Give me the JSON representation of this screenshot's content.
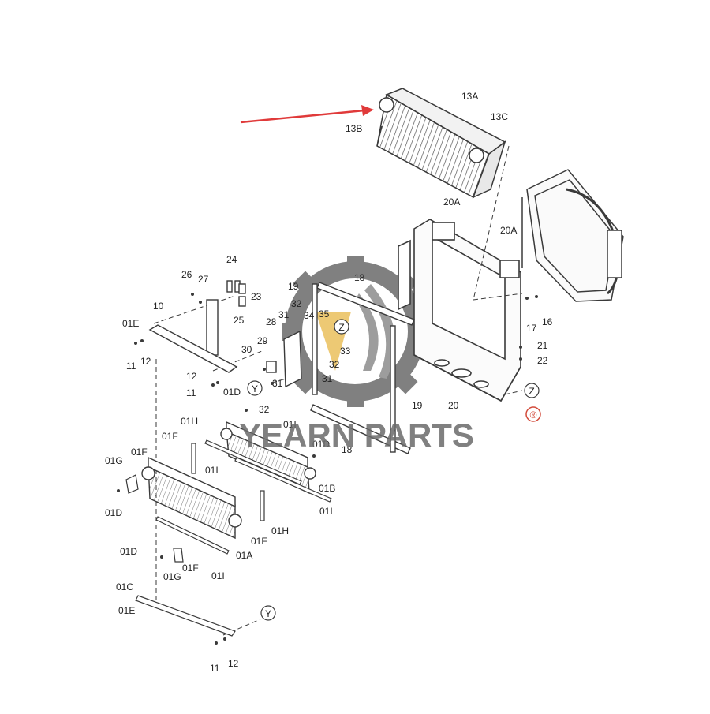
{
  "diagram": {
    "callouts": {
      "c13A": "13A",
      "c13B": "13B",
      "c13C": "13C",
      "c20A_top": "20A",
      "c20A_right": "20A",
      "c20": "20",
      "c18_top": "18",
      "c18_bot": "18",
      "c19_top": "19",
      "c19_right": "19",
      "c24": "24",
      "c26": "26",
      "c27": "27",
      "c23": "23",
      "c25": "25",
      "c10": "10",
      "c01E_top": "01E",
      "c11_top": "11",
      "c12_top": "12",
      "c12_mid": "12",
      "c11_mid": "11",
      "c28": "28",
      "c29": "29",
      "c30": "30",
      "c31_a": "31",
      "c31_b": "31",
      "c31_c": "31",
      "c32_a": "32",
      "c32_b": "32",
      "c32_c": "32",
      "c33": "33",
      "c34": "34",
      "c35": "35",
      "c17": "17",
      "c16": "16",
      "c21": "21",
      "c22": "22",
      "c01D_a": "01D",
      "c01D_b": "01D",
      "c01D_c": "01D",
      "c01D_d": "01D",
      "c01H_a": "01H",
      "c01H_b": "01H",
      "c01I_a": "01I",
      "c01I_b": "01I",
      "c01I_c": "01I",
      "c01I_d": "01I",
      "c01F_a": "01F",
      "c01F_b": "01F",
      "c01F_c": "01F",
      "c01F_d": "01F",
      "c01G_a": "01G",
      "c01G_b": "01G",
      "c01B": "01B",
      "c01A": "01A",
      "c01C": "01C",
      "c01E_bot": "01E",
      "c11_bot": "11",
      "c12_bot": "12"
    },
    "markers": {
      "y1": "Y",
      "y2": "Y",
      "z1": "Z",
      "z2": "Z"
    },
    "watermark": {
      "text": "YEARN PARTS",
      "registered": "®"
    },
    "colors": {
      "line": "#3a3a3a",
      "arrow": "#e03a3a",
      "watermark_gray": "#6b6b6b",
      "watermark_gold": "#e8b84a"
    }
  }
}
